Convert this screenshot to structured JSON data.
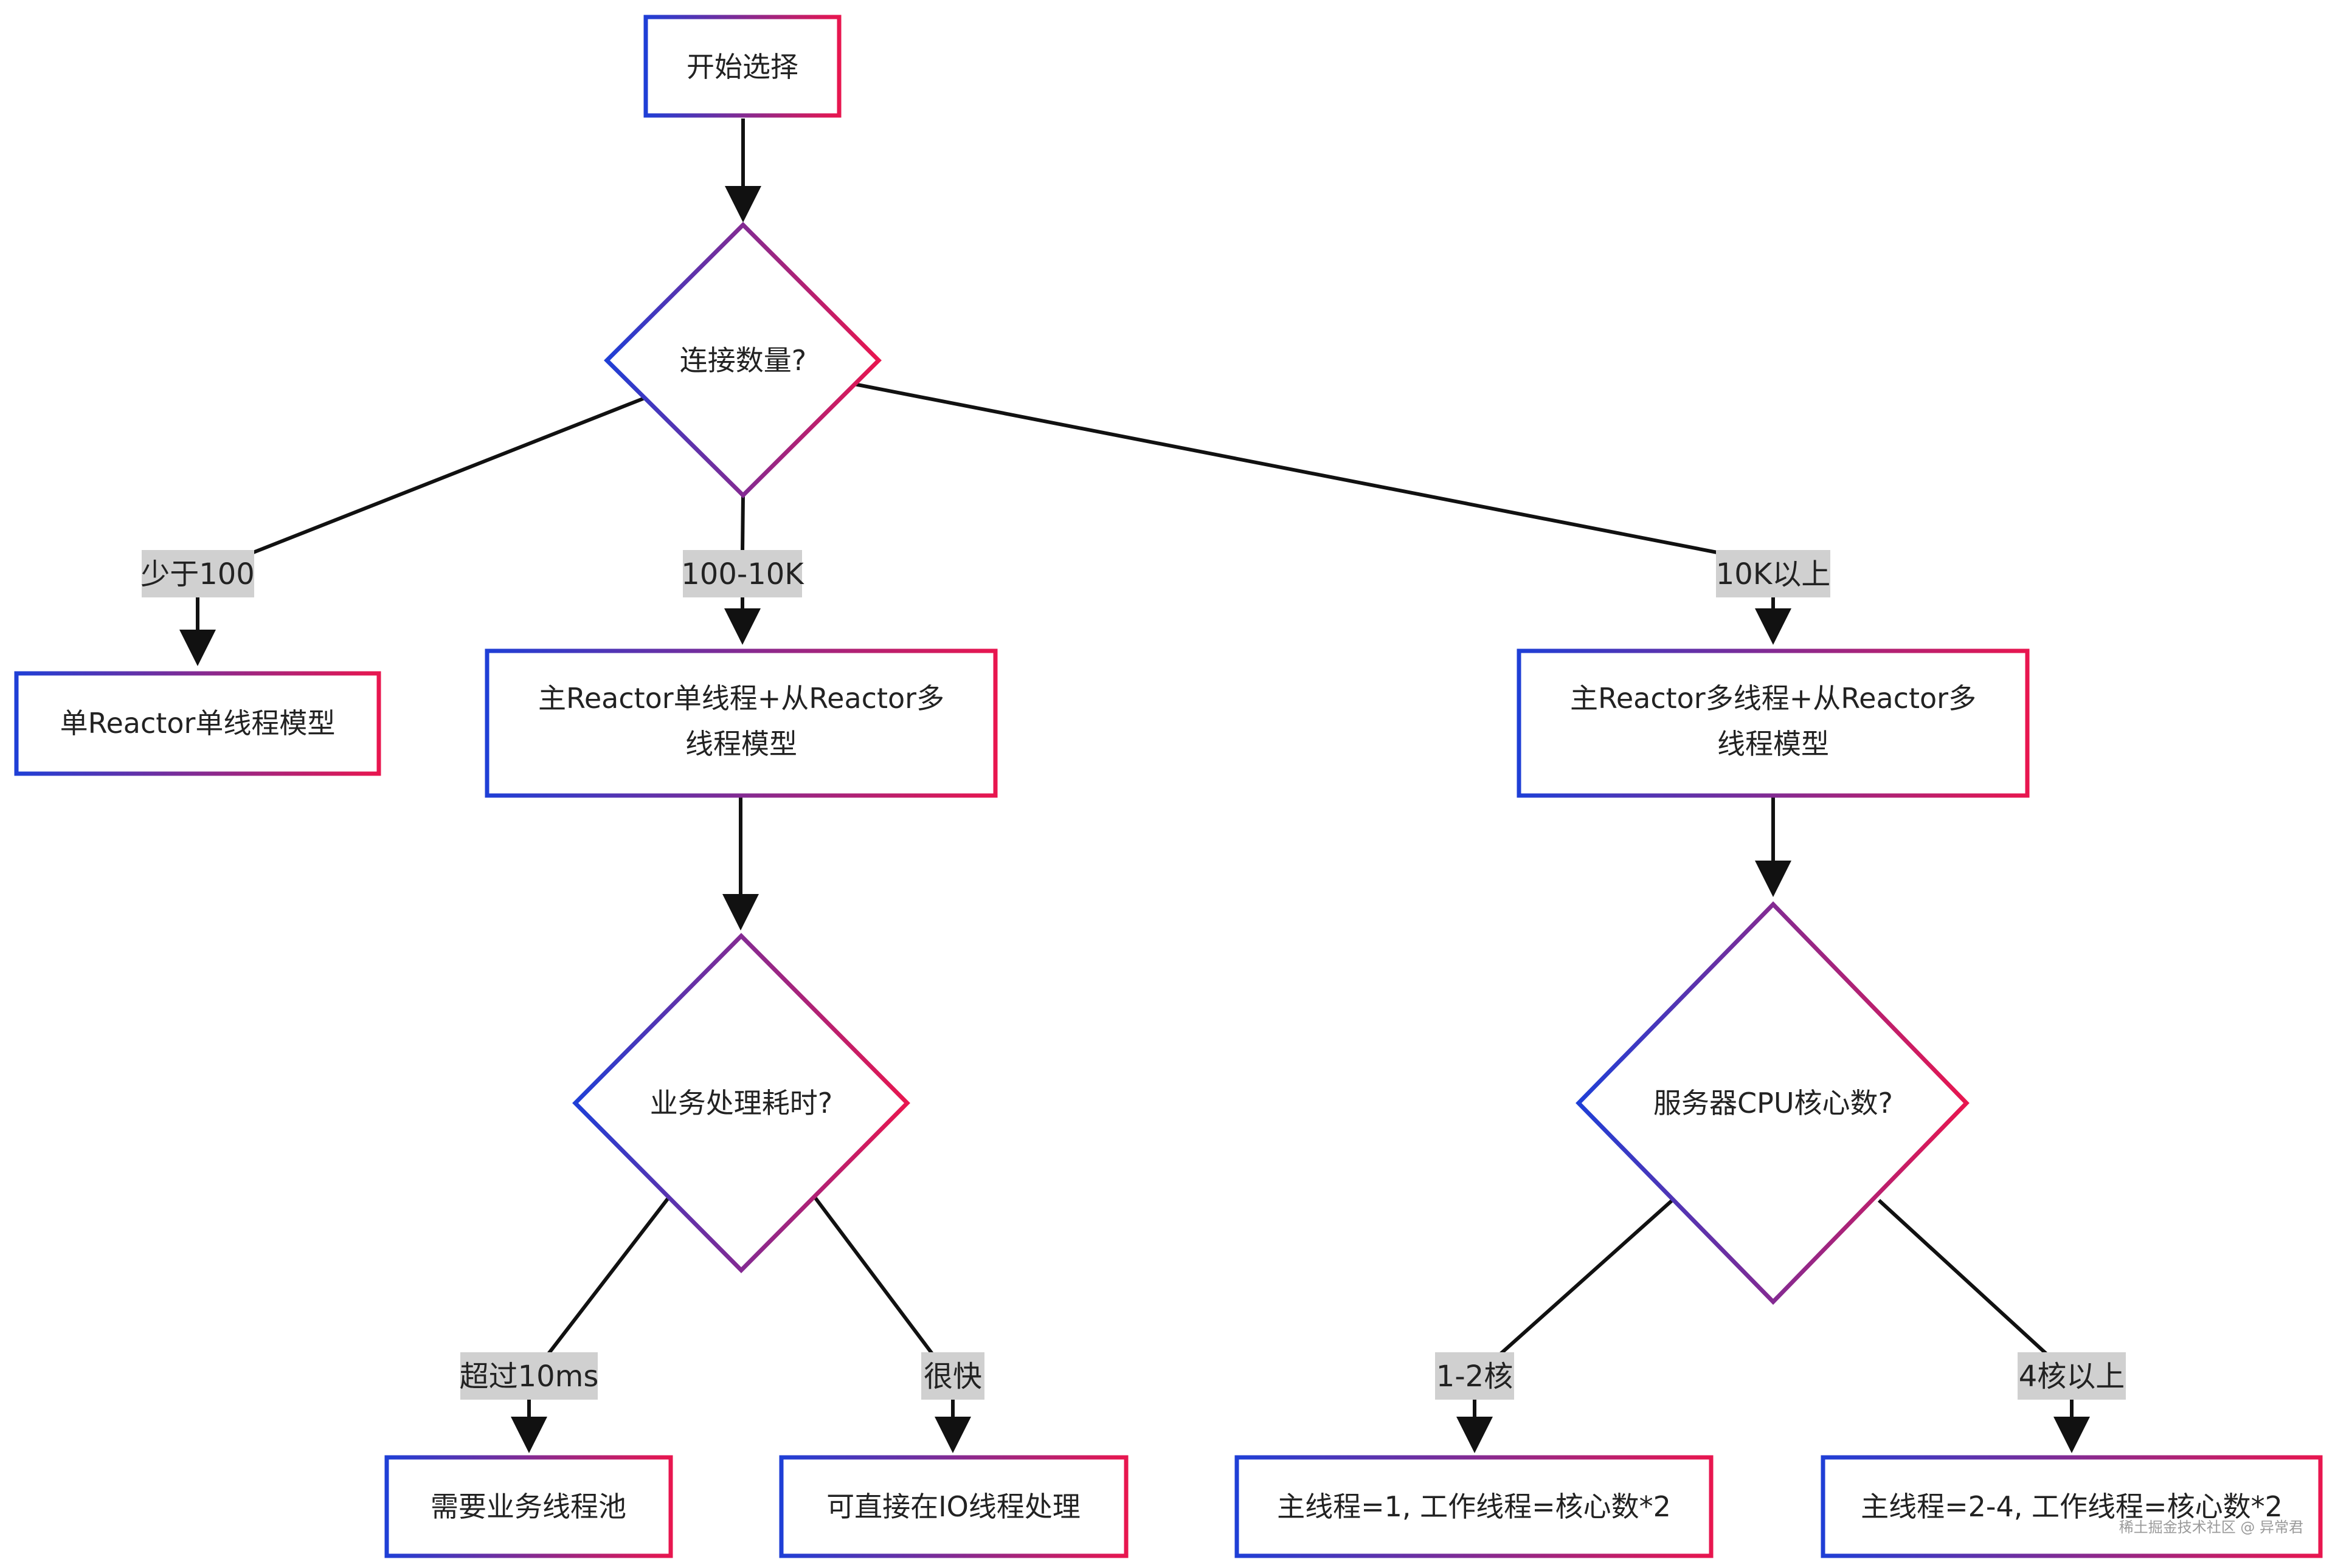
{
  "nodes": {
    "start": {
      "label": "开始选择"
    },
    "conn_decision": {
      "label": "连接数量?"
    },
    "single_reactor": {
      "label": "单Reactor单线程模型"
    },
    "main_single_sub_multi": {
      "lines": [
        "主Reactor单线程+从Reactor多",
        "线程模型"
      ]
    },
    "main_multi_sub_multi": {
      "lines": [
        "主Reactor多线程+从Reactor多",
        "线程模型"
      ]
    },
    "biz_decision": {
      "label": "业务处理耗时?"
    },
    "cpu_decision": {
      "label": "服务器CPU核心数?"
    },
    "need_pool": {
      "label": "需要业务线程池"
    },
    "io_thread": {
      "label": "可直接在IO线程处理"
    },
    "small_cpu": {
      "label": "主线程=1, 工作线程=核心数*2"
    },
    "large_cpu": {
      "label": "主线程=2-4, 工作线程=核心数*2"
    }
  },
  "edge_labels": {
    "lt100": "少于100",
    "mid": "100-10K",
    "gt10k": "10K以上",
    "over10ms": "超过10ms",
    "fast": "很快",
    "c12": "1-2核",
    "c4": "4核以上"
  },
  "watermark": "稀土掘金技术社区 @ 异常君",
  "colors": {
    "gradient_start": "#1f3fd6",
    "gradient_end": "#e8164f",
    "edge": "#111111",
    "label_bg": "#d0d0d0"
  }
}
